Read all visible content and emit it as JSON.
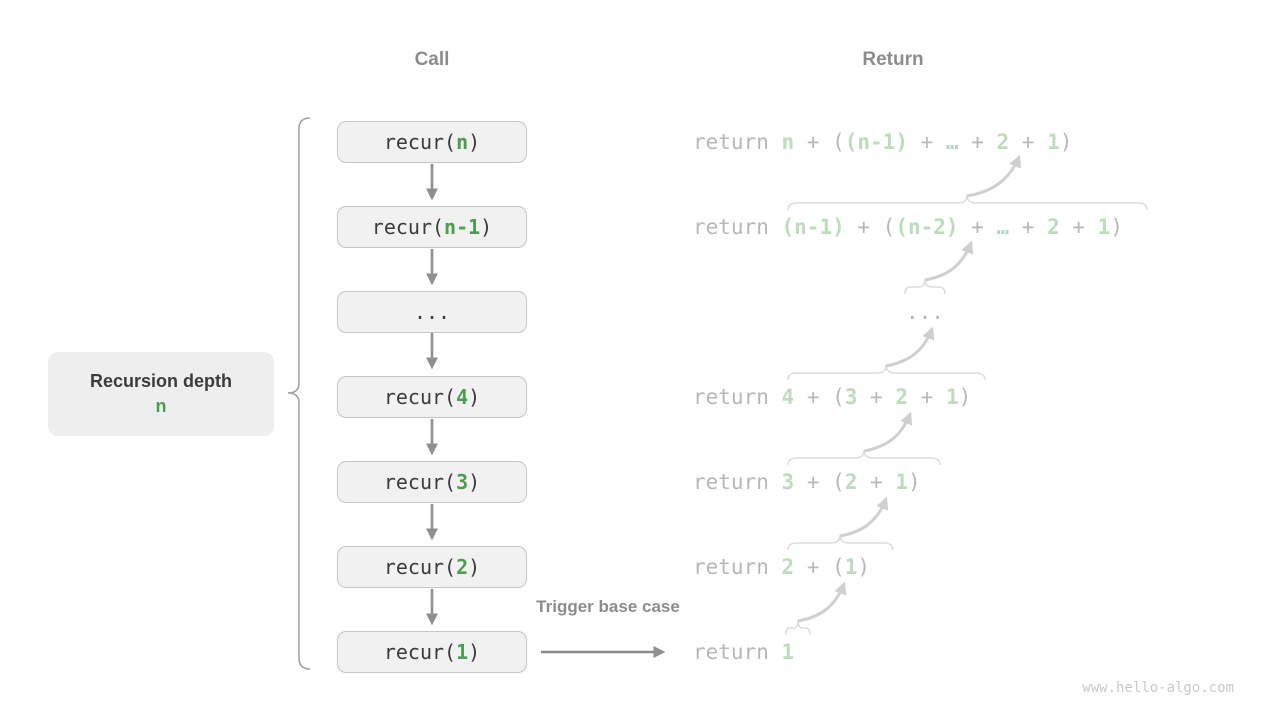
{
  "headers": {
    "call": "Call",
    "return": "Return"
  },
  "depth_label": {
    "line1": "Recursion depth",
    "line2": "n"
  },
  "trigger_label": "Trigger base case",
  "watermark": "www.hello-algo.com",
  "call_boxes": [
    {
      "name": "recur-n",
      "segments": [
        {
          "text": "recur(",
          "style": "code"
        },
        {
          "text": "n",
          "style": "arg"
        },
        {
          "text": ")",
          "style": "code"
        }
      ]
    },
    {
      "name": "recur-n-1",
      "segments": [
        {
          "text": "recur(",
          "style": "code"
        },
        {
          "text": "n-1",
          "style": "arg"
        },
        {
          "text": ")",
          "style": "code"
        }
      ]
    },
    {
      "name": "recur-dots",
      "segments": [
        {
          "text": "...",
          "style": "code"
        }
      ]
    },
    {
      "name": "recur-4",
      "segments": [
        {
          "text": "recur(",
          "style": "code"
        },
        {
          "text": "4",
          "style": "arg"
        },
        {
          "text": ")",
          "style": "code"
        }
      ]
    },
    {
      "name": "recur-3",
      "segments": [
        {
          "text": "recur(",
          "style": "code"
        },
        {
          "text": "3",
          "style": "arg"
        },
        {
          "text": ")",
          "style": "code"
        }
      ]
    },
    {
      "name": "recur-2",
      "segments": [
        {
          "text": "recur(",
          "style": "code"
        },
        {
          "text": "2",
          "style": "arg"
        },
        {
          "text": ")",
          "style": "code"
        }
      ]
    },
    {
      "name": "recur-1",
      "segments": [
        {
          "text": "recur(",
          "style": "arg_last_code"
        },
        {
          "text": "1",
          "style": "arg"
        },
        {
          "text": ")",
          "style": "code"
        }
      ]
    }
  ],
  "return_rows": [
    {
      "name": "return-n",
      "segments": [
        {
          "text": "return ",
          "style": "kw"
        },
        {
          "text": "n",
          "style": "val"
        },
        {
          "text": " + (",
          "style": "op"
        },
        {
          "text": "(n-1)",
          "style": "val"
        },
        {
          "text": " + ",
          "style": "op"
        },
        {
          "text": "…",
          "style": "dots"
        },
        {
          "text": " + ",
          "style": "op"
        },
        {
          "text": "2",
          "style": "val"
        },
        {
          "text": " + ",
          "style": "op"
        },
        {
          "text": "1",
          "style": "val"
        },
        {
          "text": ")",
          "style": "op"
        }
      ]
    },
    {
      "name": "return-n-1",
      "segments": [
        {
          "text": "return ",
          "style": "kw"
        },
        {
          "text": "(n-1)",
          "style": "val"
        },
        {
          "text": " + (",
          "style": "op"
        },
        {
          "text": "(n-2)",
          "style": "val"
        },
        {
          "text": " + ",
          "style": "op"
        },
        {
          "text": "…",
          "style": "dots"
        },
        {
          "text": " + ",
          "style": "op"
        },
        {
          "text": "2",
          "style": "val"
        },
        {
          "text": " + ",
          "style": "op"
        },
        {
          "text": "1",
          "style": "val"
        },
        {
          "text": ")",
          "style": "op"
        }
      ]
    },
    {
      "name": "return-dots",
      "segments": [
        {
          "text": "...",
          "style": "kw"
        }
      ]
    },
    {
      "name": "return-4",
      "segments": [
        {
          "text": "return ",
          "style": "kw"
        },
        {
          "text": "4",
          "style": "val"
        },
        {
          "text": " + (",
          "style": "op"
        },
        {
          "text": "3",
          "style": "val"
        },
        {
          "text": " + ",
          "style": "op"
        },
        {
          "text": "2",
          "style": "val"
        },
        {
          "text": " + ",
          "style": "op"
        },
        {
          "text": "1",
          "style": "val"
        },
        {
          "text": ")",
          "style": "op"
        }
      ]
    },
    {
      "name": "return-3",
      "segments": [
        {
          "text": "return ",
          "style": "kw"
        },
        {
          "text": "3",
          "style": "val"
        },
        {
          "text": " + (",
          "style": "op"
        },
        {
          "text": "2",
          "style": "val"
        },
        {
          "text": " + ",
          "style": "op"
        },
        {
          "text": "1",
          "style": "val"
        },
        {
          "text": ")",
          "style": "op"
        }
      ]
    },
    {
      "name": "return-2",
      "segments": [
        {
          "text": "return ",
          "style": "kw"
        },
        {
          "text": "2",
          "style": "val"
        },
        {
          "text": " + (",
          "style": "op"
        },
        {
          "text": "1",
          "style": "val"
        },
        {
          "text": ")",
          "style": "op"
        }
      ]
    },
    {
      "name": "return-1",
      "segments": [
        {
          "text": "return ",
          "style": "kw"
        },
        {
          "text": "1",
          "style": "val"
        }
      ]
    }
  ],
  "colors": {
    "bg": "#ffffff",
    "header_gray": "#8c8c8c",
    "dark_text": "#3c3c3c",
    "code_text": "#3b3b3b",
    "green": "#4b9e50",
    "faded_green": "#bcdcbc",
    "faded_teal": "#b2d6ca",
    "faded_gray": "#b7b7b7",
    "box_fill": "#f1f1f1",
    "box_border": "#c6c6c6",
    "label_fill": "#eeeeee",
    "arrow_gray": "#8f8f8f",
    "arrow_light": "#cfcfcf",
    "brace_light": "#dcdcdc",
    "brace_dark": "#a3a3a3",
    "watermark": "#c9c9c9"
  }
}
